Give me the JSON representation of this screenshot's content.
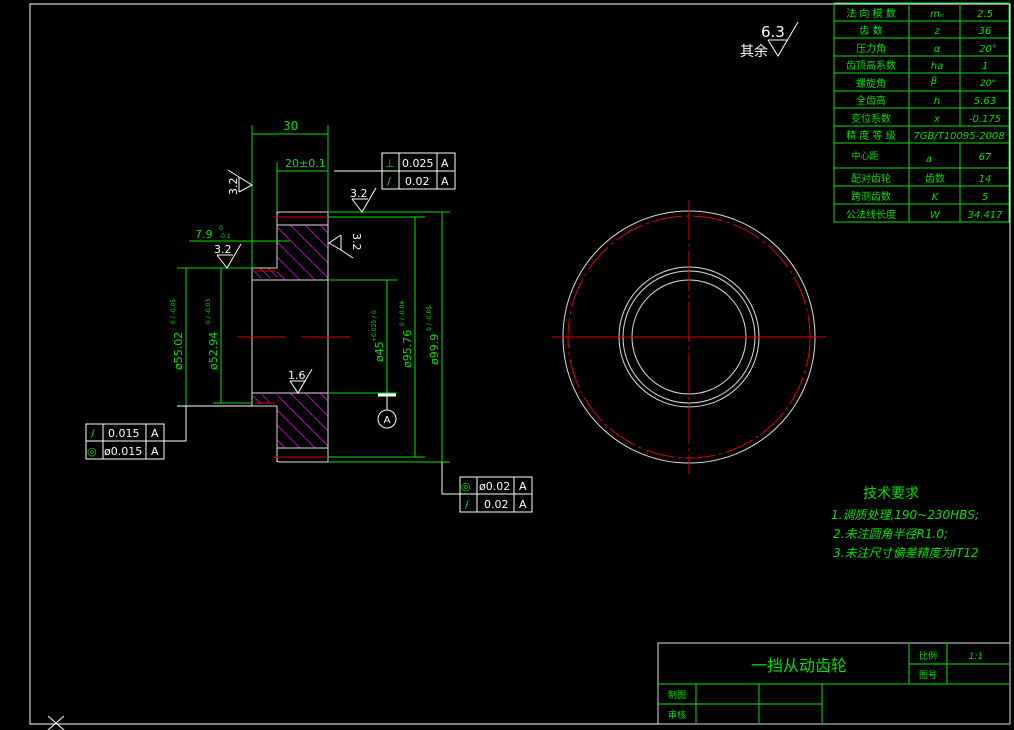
{
  "params_table": {
    "rows": [
      {
        "name": "法 向 模 数",
        "symbol": "mₙ",
        "value": "2.5"
      },
      {
        "name": "齿 数",
        "symbol": "z",
        "value": "36"
      },
      {
        "name": "压力角",
        "symbol": "α",
        "value": "20°"
      },
      {
        "name": "齿顶高系数",
        "symbol": "ha",
        "value": "1"
      },
      {
        "name": "螺旋角",
        "symbol": "β",
        "value": "20°"
      },
      {
        "name": "全齿高",
        "symbol": "h",
        "value": "5.63"
      },
      {
        "name": "变位系数",
        "symbol": "x",
        "value": "-0.175"
      },
      {
        "name": "精 度 等 级",
        "symbol": "",
        "value": "7GB/T10095-2008"
      },
      {
        "name": "中心距",
        "symbol": "a",
        "value": "67"
      },
      {
        "name": "配对齿轮",
        "symbol": "齿数",
        "value": "14"
      },
      {
        "name": "跨测齿数",
        "symbol": "K",
        "value": "5"
      },
      {
        "name": "公法线长度",
        "symbol": "W",
        "value": "34.417"
      }
    ]
  },
  "roughness_default": {
    "label": "其余",
    "value": "6.3"
  },
  "dimensions": {
    "width_30": "30",
    "width_20": "20±0.1",
    "hub_7_9": "7.9",
    "hub_7_9_tol_up": "0",
    "hub_7_9_tol_low": "-0.1",
    "d55": "ø55.02",
    "d55_tol": "0 / -0.05",
    "d52": "ø52.94",
    "d52_tol": "0 / -0.03",
    "d45": "ø45",
    "d45_tol": "+0.025 / 0",
    "d95": "ø95.76",
    "d95_tol": "0 / -0.04",
    "d99": "ø99.9",
    "d99_tol": "0 / -0.05"
  },
  "roughness_marks": [
    "3.2",
    "3.2",
    "3.2",
    "3.2",
    "1.6"
  ],
  "datum": "A",
  "tolerance_frames": [
    {
      "rows": [
        {
          "symbol": "⊥",
          "value": "0.025",
          "datum": "A"
        },
        {
          "symbol": "/",
          "value": "0.02",
          "datum": "A"
        }
      ]
    },
    {
      "rows": [
        {
          "symbol": "/",
          "value": "0.015",
          "datum": "A"
        },
        {
          "symbol": "◎",
          "value": "ø0.015",
          "datum": "A"
        }
      ]
    },
    {
      "rows": [
        {
          "symbol": "◎",
          "value": "ø0.02",
          "datum": "A"
        },
        {
          "symbol": "/",
          "value": "0.02",
          "datum": "A"
        }
      ]
    }
  ],
  "tech_requirements": {
    "title": "技术要求",
    "items": [
      "1.调质处理,190~230HBS;",
      "2.未注圆角半径R1.0;",
      "3.未注尺寸偏差精度为IT12"
    ]
  },
  "title_block": {
    "part_name": "一挡从动齿轮",
    "scale_label": "比例",
    "scale_value": "1:1",
    "drawing_no_label": "图号",
    "drawn_label": "制图",
    "checked_label": "审核"
  },
  "colors": {
    "line": "#00e000",
    "hatch": "#d000d0",
    "center": "#e00000",
    "outline": "#ffffff"
  }
}
